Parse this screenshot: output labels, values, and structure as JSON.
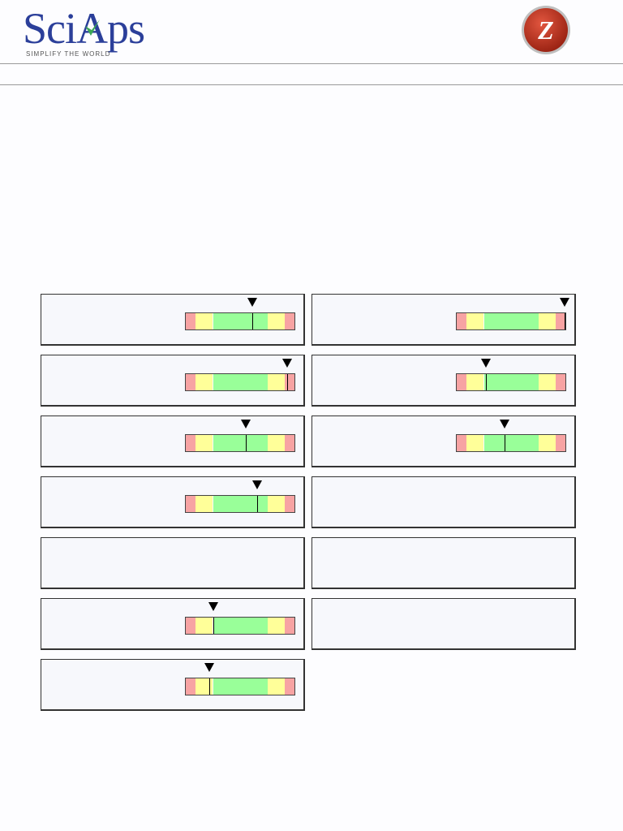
{
  "header": {
    "logo_text": "SciAps",
    "logo_tagline": "SIMPLIFY THE WORLD",
    "badge_letter": "Z"
  },
  "colors": {
    "brand_blue": "#2b3f9a",
    "check_green": "#3aa655",
    "badge_red": "#c0392b",
    "zone_red": "#f7a3a3",
    "zone_yellow": "#ffff99",
    "zone_green": "#99ff99"
  },
  "gauge_zones": [
    {
      "zone": "red",
      "from": 0,
      "to": 0.088
    },
    {
      "zone": "yellow",
      "from": 0.088,
      "to": 0.25
    },
    {
      "zone": "green",
      "from": 0.25,
      "to": 0.75
    },
    {
      "zone": "yellow",
      "from": 0.75,
      "to": 0.912
    },
    {
      "zone": "red",
      "from": 0.912,
      "to": 1
    }
  ],
  "panels": [
    {
      "id": "left-1",
      "gauge": true,
      "value": 0.61
    },
    {
      "id": "right-1",
      "gauge": true,
      "value": 0.99
    },
    {
      "id": "left-2",
      "gauge": true,
      "value": 0.93
    },
    {
      "id": "right-2",
      "gauge": true,
      "value": 0.27
    },
    {
      "id": "left-3",
      "gauge": true,
      "value": 0.55
    },
    {
      "id": "right-3",
      "gauge": true,
      "value": 0.44
    },
    {
      "id": "left-4",
      "gauge": true,
      "value": 0.66
    },
    {
      "id": "right-4",
      "gauge": false
    },
    {
      "id": "left-5",
      "gauge": false
    },
    {
      "id": "right-5",
      "gauge": false
    },
    {
      "id": "left-6",
      "gauge": true,
      "value": 0.25
    },
    {
      "id": "right-6",
      "gauge": false
    },
    {
      "id": "left-7",
      "gauge": true,
      "value": 0.22
    }
  ]
}
